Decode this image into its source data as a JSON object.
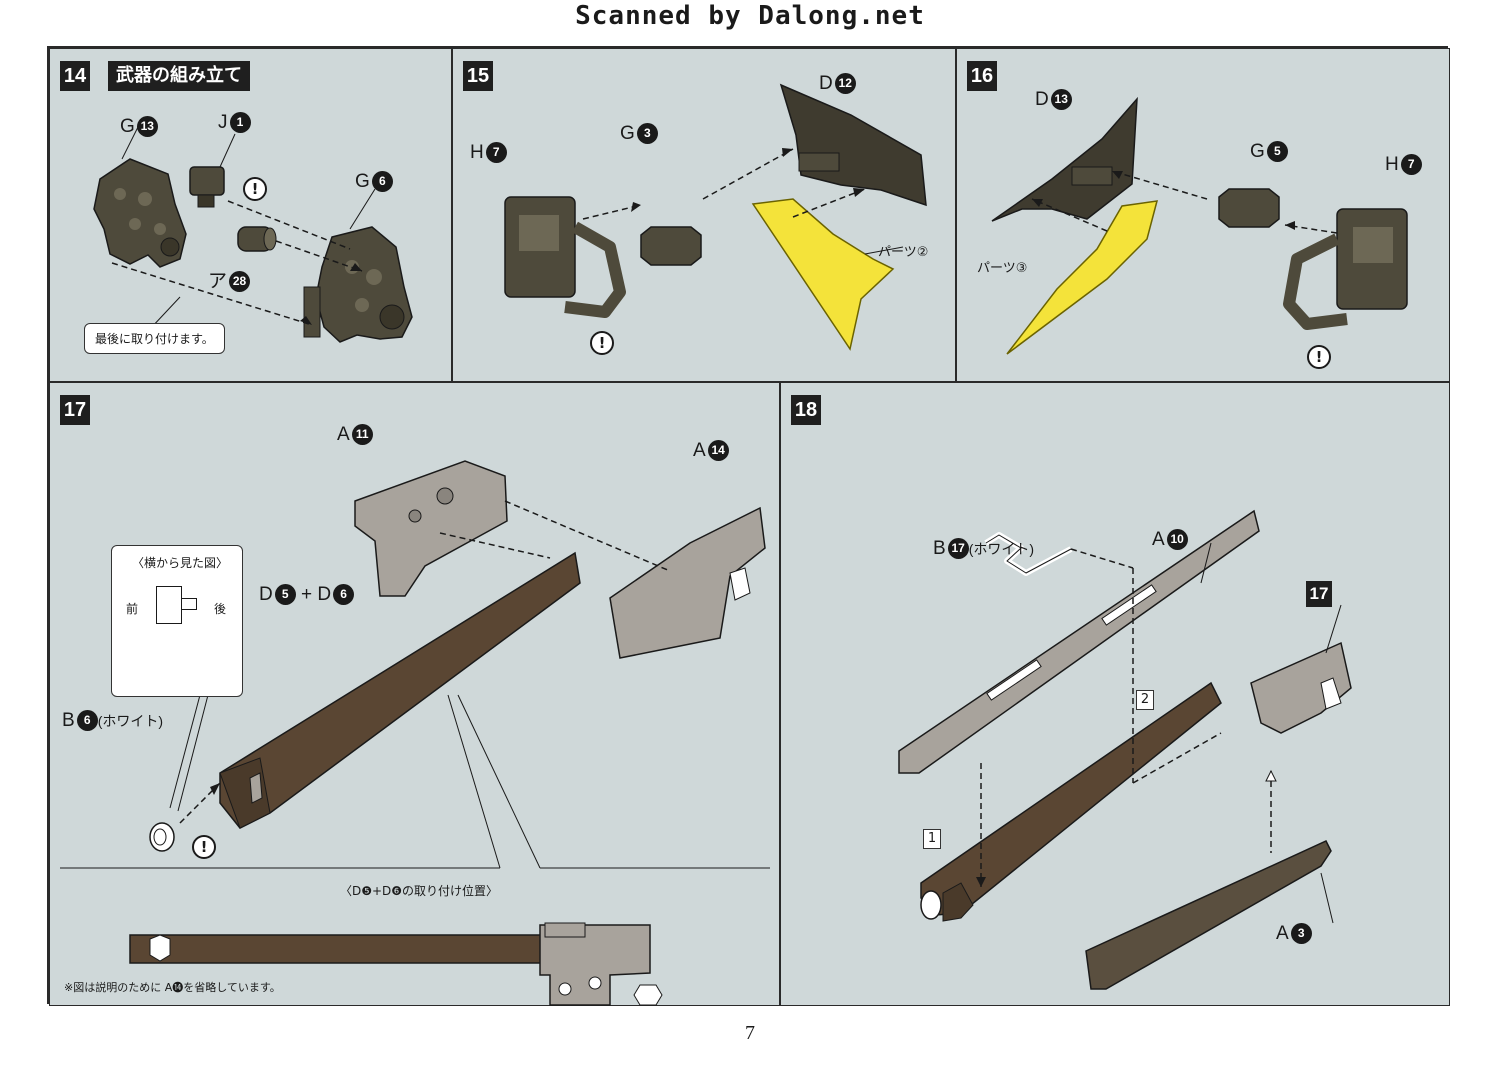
{
  "header": {
    "text": "Scanned by Dalong.net"
  },
  "page_number": "7",
  "colors": {
    "panel": "#cfd8d9",
    "part_dark": "#4e4a3b",
    "part_brown": "#5a4633",
    "part_gray": "#a8a39c",
    "part_yellow": "#f4e33a"
  },
  "steps": {
    "s14": {
      "number": "14",
      "title": "武器の組み立て",
      "labels": {
        "g13": {
          "letter": "G",
          "num": "13"
        },
        "j1": {
          "letter": "J",
          "num": "1"
        },
        "g6": {
          "letter": "G",
          "num": "6"
        },
        "a28": {
          "letter": "ア",
          "num": "28"
        }
      },
      "note": "最後に取り付けます。"
    },
    "s15": {
      "number": "15",
      "labels": {
        "h7": {
          "letter": "H",
          "num": "7"
        },
        "g3": {
          "letter": "G",
          "num": "3"
        },
        "d12": {
          "letter": "D",
          "num": "12"
        }
      },
      "part_label": "パーツ②"
    },
    "s16": {
      "number": "16",
      "labels": {
        "d13": {
          "letter": "D",
          "num": "13"
        },
        "g5": {
          "letter": "G",
          "num": "5"
        },
        "h7": {
          "letter": "H",
          "num": "7"
        }
      },
      "part_label": "パーツ③"
    },
    "s17": {
      "number": "17",
      "labels": {
        "a11": {
          "letter": "A",
          "num": "11"
        },
        "a14": {
          "letter": "A",
          "num": "14"
        },
        "d5": {
          "letter": "D",
          "num": "5"
        },
        "plus": "+",
        "d6": {
          "letter": "D",
          "num": "6"
        },
        "b6": {
          "letter": "B",
          "num": "6",
          "suffix": "(ホワイト)"
        }
      },
      "side_view": {
        "title": "〈横から見た図〉",
        "front": "前",
        "back": "後"
      },
      "position_caption": "〈D❺+D❻の取り付け位置〉",
      "footnote": "※図は説明のために A⓮を省略しています。"
    },
    "s18": {
      "number": "18",
      "labels": {
        "b17": {
          "letter": "B",
          "num": "17",
          "suffix": "(ホワイト)"
        },
        "a10": {
          "letter": "A",
          "num": "10"
        },
        "ref17": "17",
        "a3": {
          "letter": "A",
          "num": "3"
        }
      },
      "order_marks": [
        "1",
        "2"
      ]
    }
  }
}
